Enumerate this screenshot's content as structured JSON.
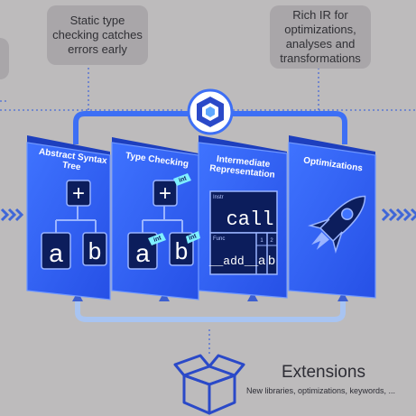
{
  "callouts": {
    "left": "Static type\nchecking catches\nerrors early",
    "right": "Rich IR for\noptimizations,\nanalyses and\ntransformations"
  },
  "stages": [
    {
      "title": "Abstract Syntax Tree",
      "op": "+",
      "left": "a",
      "right": "b"
    },
    {
      "title": "Type Checking",
      "op": "+",
      "left": "a",
      "right": "b",
      "type_tag": "int"
    },
    {
      "title": "Intermediate\nRepresentation",
      "instr_label": "Instr",
      "instr": "call",
      "func_label": "Func",
      "func": "__add__",
      "arg_index_1": "1",
      "arg_index_2": "2",
      "arg1": "a",
      "arg2": "b"
    },
    {
      "title": "Optimizations"
    }
  ],
  "extensions": {
    "title": "Extensions",
    "subtitle": "New libraries, optimizations, keywords, ..."
  },
  "icons": [
    "logo-icon",
    "rocket-icon",
    "box-icon"
  ],
  "colors": {
    "card": "#2f63f2",
    "card_edge": "#1a3fc9",
    "accent": "#3d6ff5",
    "flow": "#3f66d8",
    "background": "#bdbbbc"
  }
}
